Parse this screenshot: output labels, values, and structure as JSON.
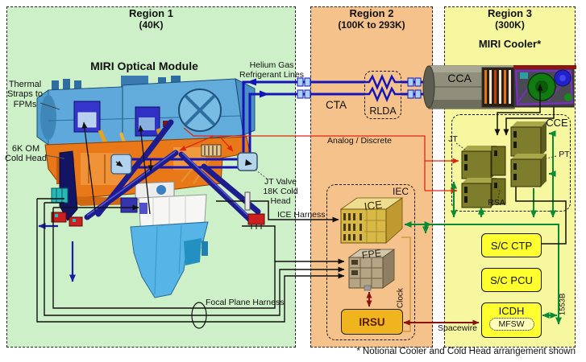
{
  "regions": {
    "r1": {
      "name": "Region 1",
      "temp": "(40K)",
      "module_title": "MIRI Optical Module"
    },
    "r2": {
      "name": "Region 2",
      "temp": "(100K to 293K)"
    },
    "r3": {
      "name": "Region 3",
      "temp": "(300K)",
      "cooler_title": "MIRI Cooler*"
    }
  },
  "labels": {
    "thermal_straps": "Thermal\nStraps to\nFPMs",
    "cold_head_6k": "6K OM\nCold Head",
    "helium_lines": "Helium Gas\nRefrigerant Lines",
    "jt_valve": "JT Valve\n18K Cold\nHead",
    "cta": "CTA",
    "rlda": "RLDA",
    "analog_discrete": "Analog / Discrete",
    "ice_harness": "ICE Harness",
    "focal_plane_harness": "Focal Plane Harness",
    "cca": "CCA",
    "cce": "CCE",
    "jt": "JT",
    "pt": "PT",
    "rsa": "RSA",
    "iec": "IEC",
    "ice": "ICE",
    "fpe": "FPE",
    "clock": "Clock",
    "irsu": "IRSU",
    "spacewire": "Spacewire",
    "sc_ctp": "S/C CTP",
    "sc_pcu": "S/C PCU",
    "icdh": "ICDH",
    "mfsw": "MFSW",
    "bus_1553": "1553B",
    "footer_note": "* Notional Cooler and Cold Head arrangement shown"
  },
  "colors": {
    "region1_bg": "#cdf0c8",
    "region2_bg": "#f6c28c",
    "region3_bg": "#f7f7a0",
    "helium_line_blue": "#1414bb",
    "data_bus_green": "#0a8a32",
    "analog_red": "#e02414",
    "spacewire_dark_red": "#8b1010",
    "sc_box_yellow": "#ffff30",
    "irsu_gold": "#f0b41e"
  }
}
